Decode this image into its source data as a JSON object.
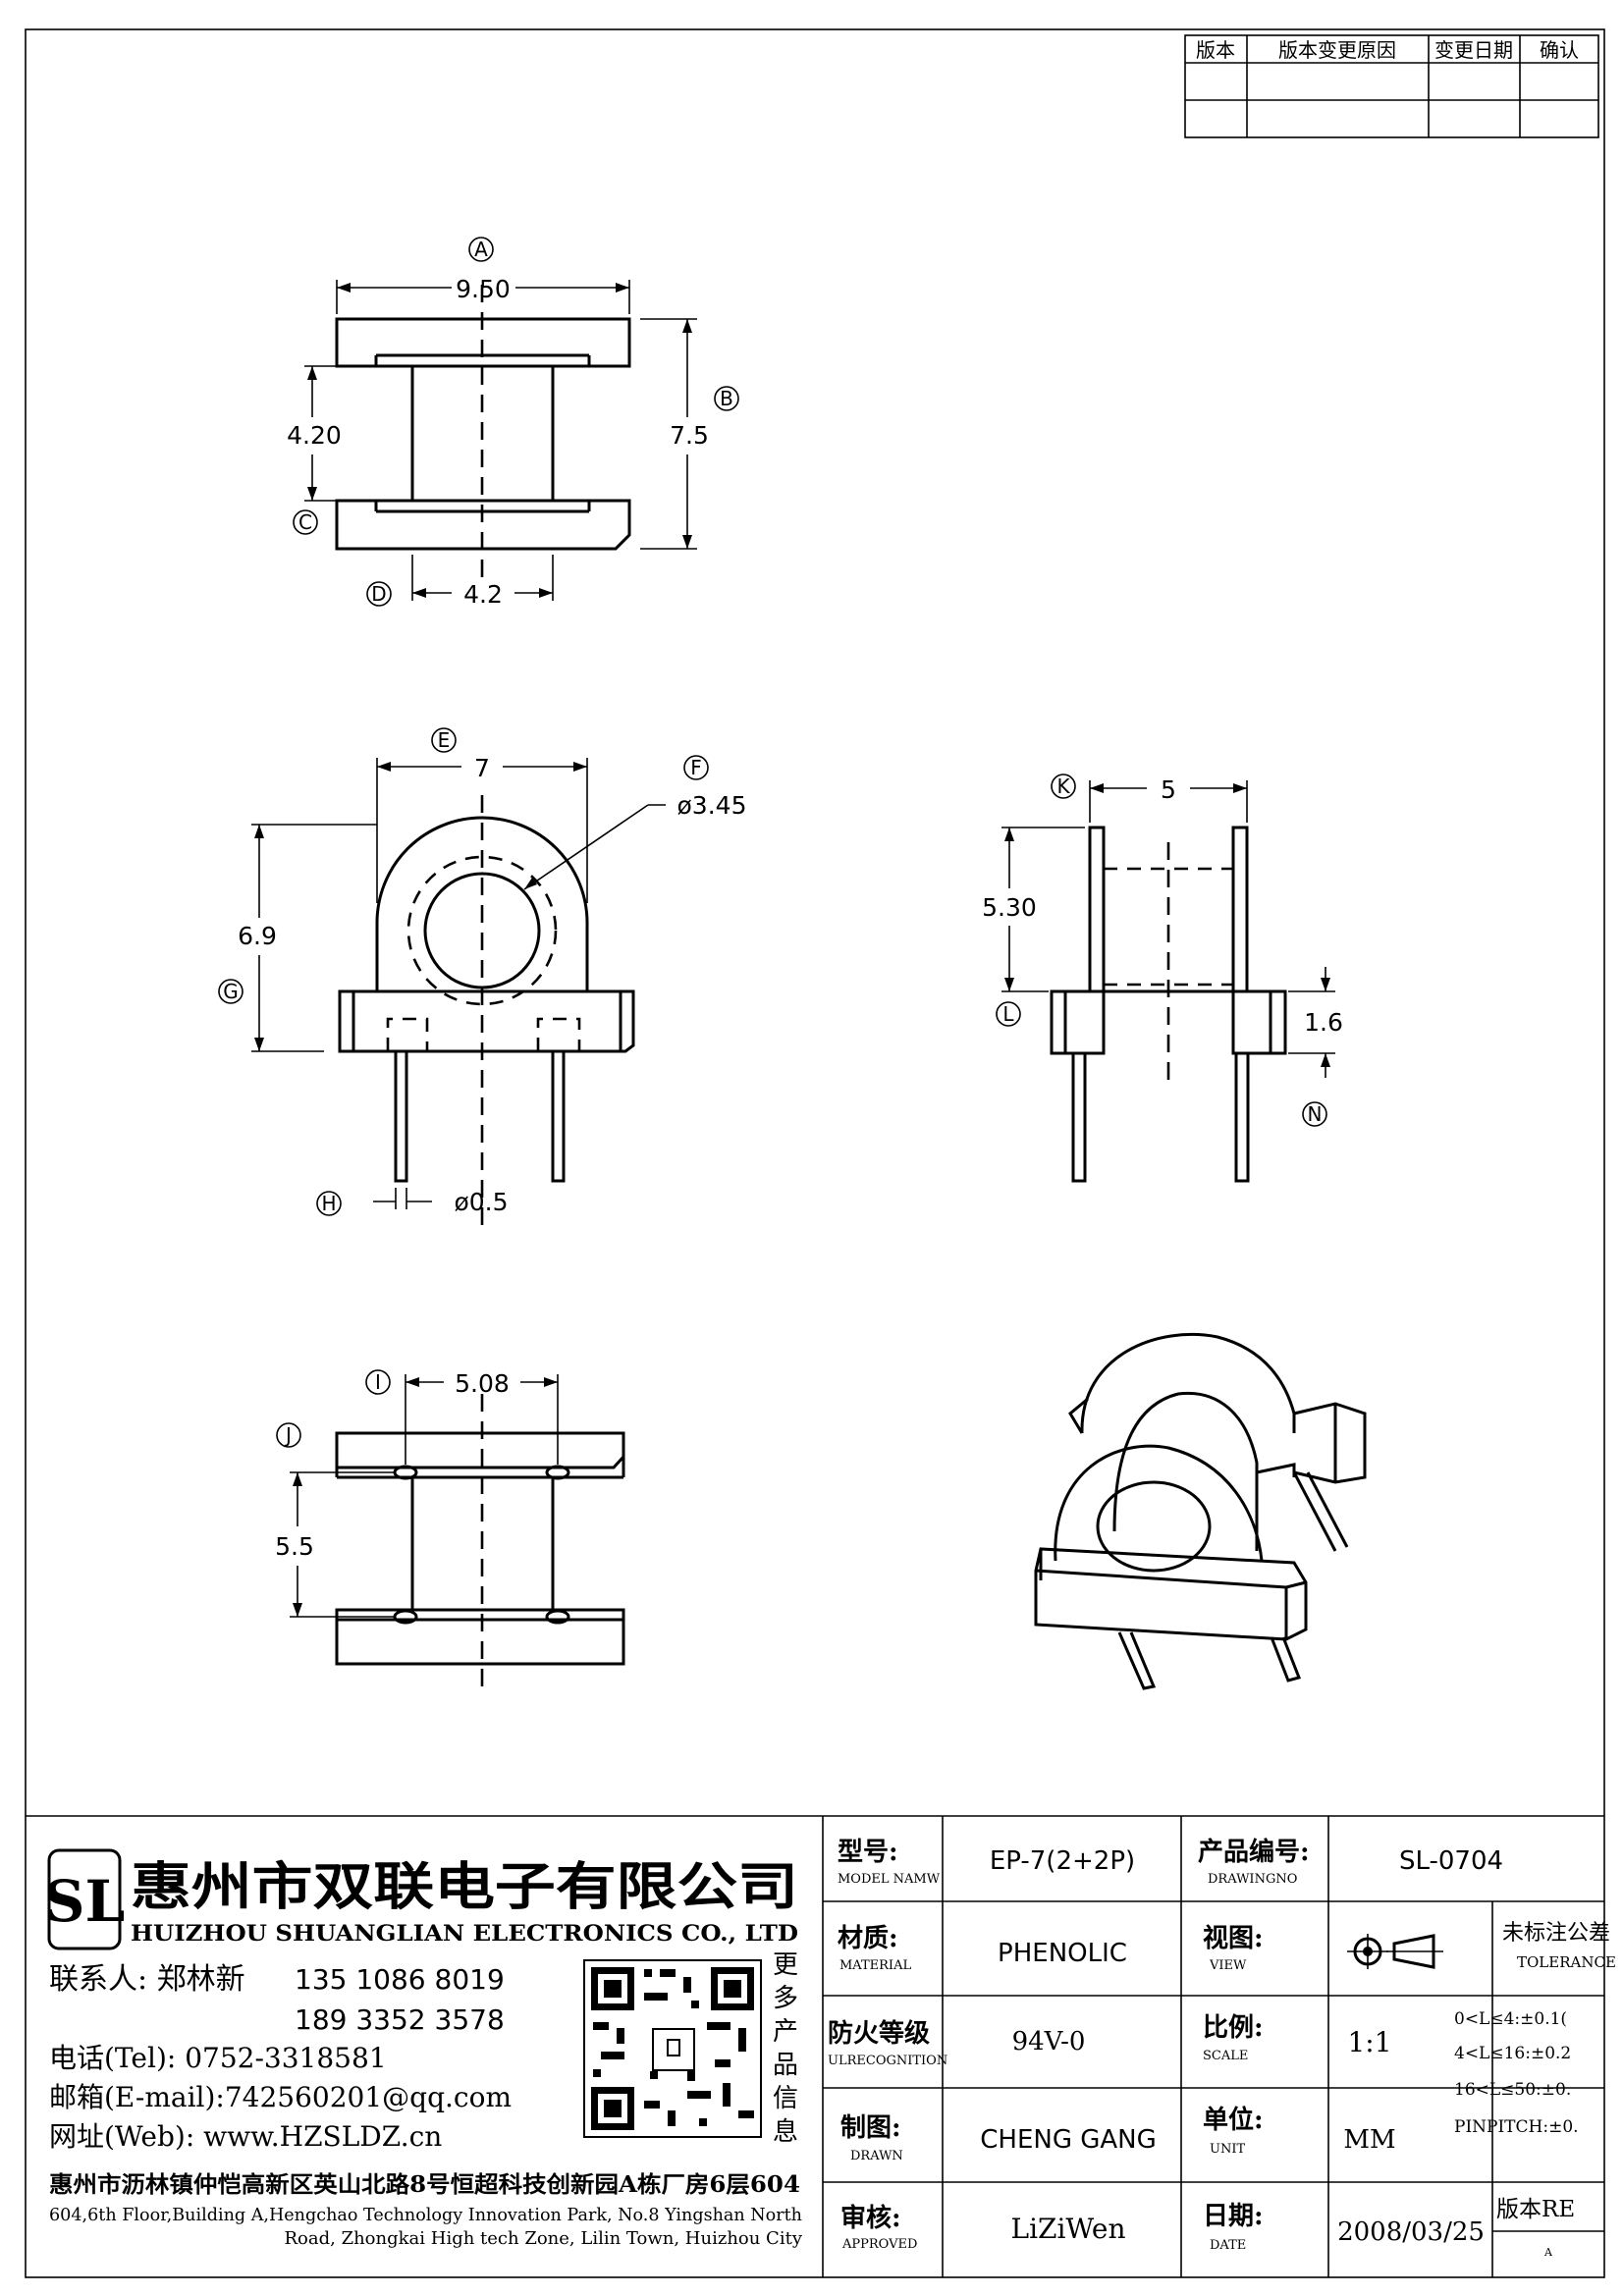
{
  "revision_table": {
    "headers": [
      "版本",
      "版本变更原因",
      "变更日期",
      "确认"
    ]
  },
  "view_top": {
    "label_a": "A",
    "label_b": "B",
    "label_c": "C",
    "label_d": "D",
    "width": "9.50",
    "inner_gap": "4.20",
    "height": "7.5",
    "core_width": "4.2"
  },
  "view_front": {
    "label_e": "E",
    "label_f": "F",
    "label_g": "G",
    "label_h": "H",
    "width": "7",
    "hole_dia": "ø3.45",
    "height": "6.9",
    "pin_dia": "ø0.5"
  },
  "view_side": {
    "label_k": "K",
    "label_l": "L",
    "label_n": "N",
    "width": "5",
    "height": "5.30",
    "base_height": "1.6"
  },
  "view_bottom": {
    "label_i": "I",
    "label_j": "J",
    "pin_pitch": "5.08",
    "row_spacing": "5.5"
  },
  "company": {
    "logo_mark": "SL",
    "name_cn": "惠州市双联电子有限公司",
    "name_en": "HUIZHOU SHUANGLIAN ELECTRONICS CO., LTD",
    "contact_label": "联系人: 郑林新",
    "phone1": "135 1086 8019",
    "phone2": "189 3352 3578",
    "tel": "电话(Tel): 0752-3318581",
    "email": "邮箱(E-mail):742560201@qq.com",
    "web": "网址(Web): www.HZSLDZ.cn",
    "address_cn": "惠州市沥林镇仲恺高新区英山北路8号恒超科技创新园A栋厂房6层604",
    "address_en_1": "604,6th Floor,Building A,Hengchao Technology Innovation Park, No.8 Yingshan North",
    "address_en_2": "Road, Zhongkai High tech Zone, Lilin Town, Huizhou City",
    "qr_side_text": [
      "更",
      "多",
      "产",
      "品",
      "信",
      "息"
    ]
  },
  "title_block": {
    "model_label_cn": "型号:",
    "model_label_en": "MODEL NAMW",
    "model_value": "EP-7(2+2P)",
    "drawingno_label_cn": "产品编号:",
    "drawingno_label_en": "DRAWINGNO",
    "drawingno_value": "SL-0704",
    "material_label_cn": "材质:",
    "material_label_en": "MATERIAL",
    "material_value": "PHENOLIC",
    "view_label_cn": "视图:",
    "view_label_en": "VIEW",
    "tolerance_label_cn": "未标注公差",
    "tolerance_label_en": "TOLERANCE",
    "fire_label_cn": "防火等级",
    "fire_label_en": "ULRECOGNITION",
    "fire_value": "94V-0",
    "scale_label_cn": "比例:",
    "scale_label_en": "SCALE",
    "scale_value": "1:1",
    "tol_1": "0<L≤4:±0.1(",
    "tol_2": "4<L≤16:±0.2",
    "tol_3": "16<L≤50:±0.",
    "tol_4": "PINPITCH:±0.",
    "drawn_label_cn": "制图:",
    "drawn_label_en": "DRAWN",
    "drawn_value": "CHENG GANG",
    "unit_label_cn": "单位:",
    "unit_label_en": "UNIT",
    "unit_value": "MM",
    "approved_label_cn": "审核:",
    "approved_label_en": "APPROVED",
    "approved_value": "LiZiWen",
    "date_label_cn": "日期:",
    "date_label_en": "DATE",
    "date_value": "2008/03/25",
    "rev_label": "版本RE",
    "rev_value": "A"
  }
}
